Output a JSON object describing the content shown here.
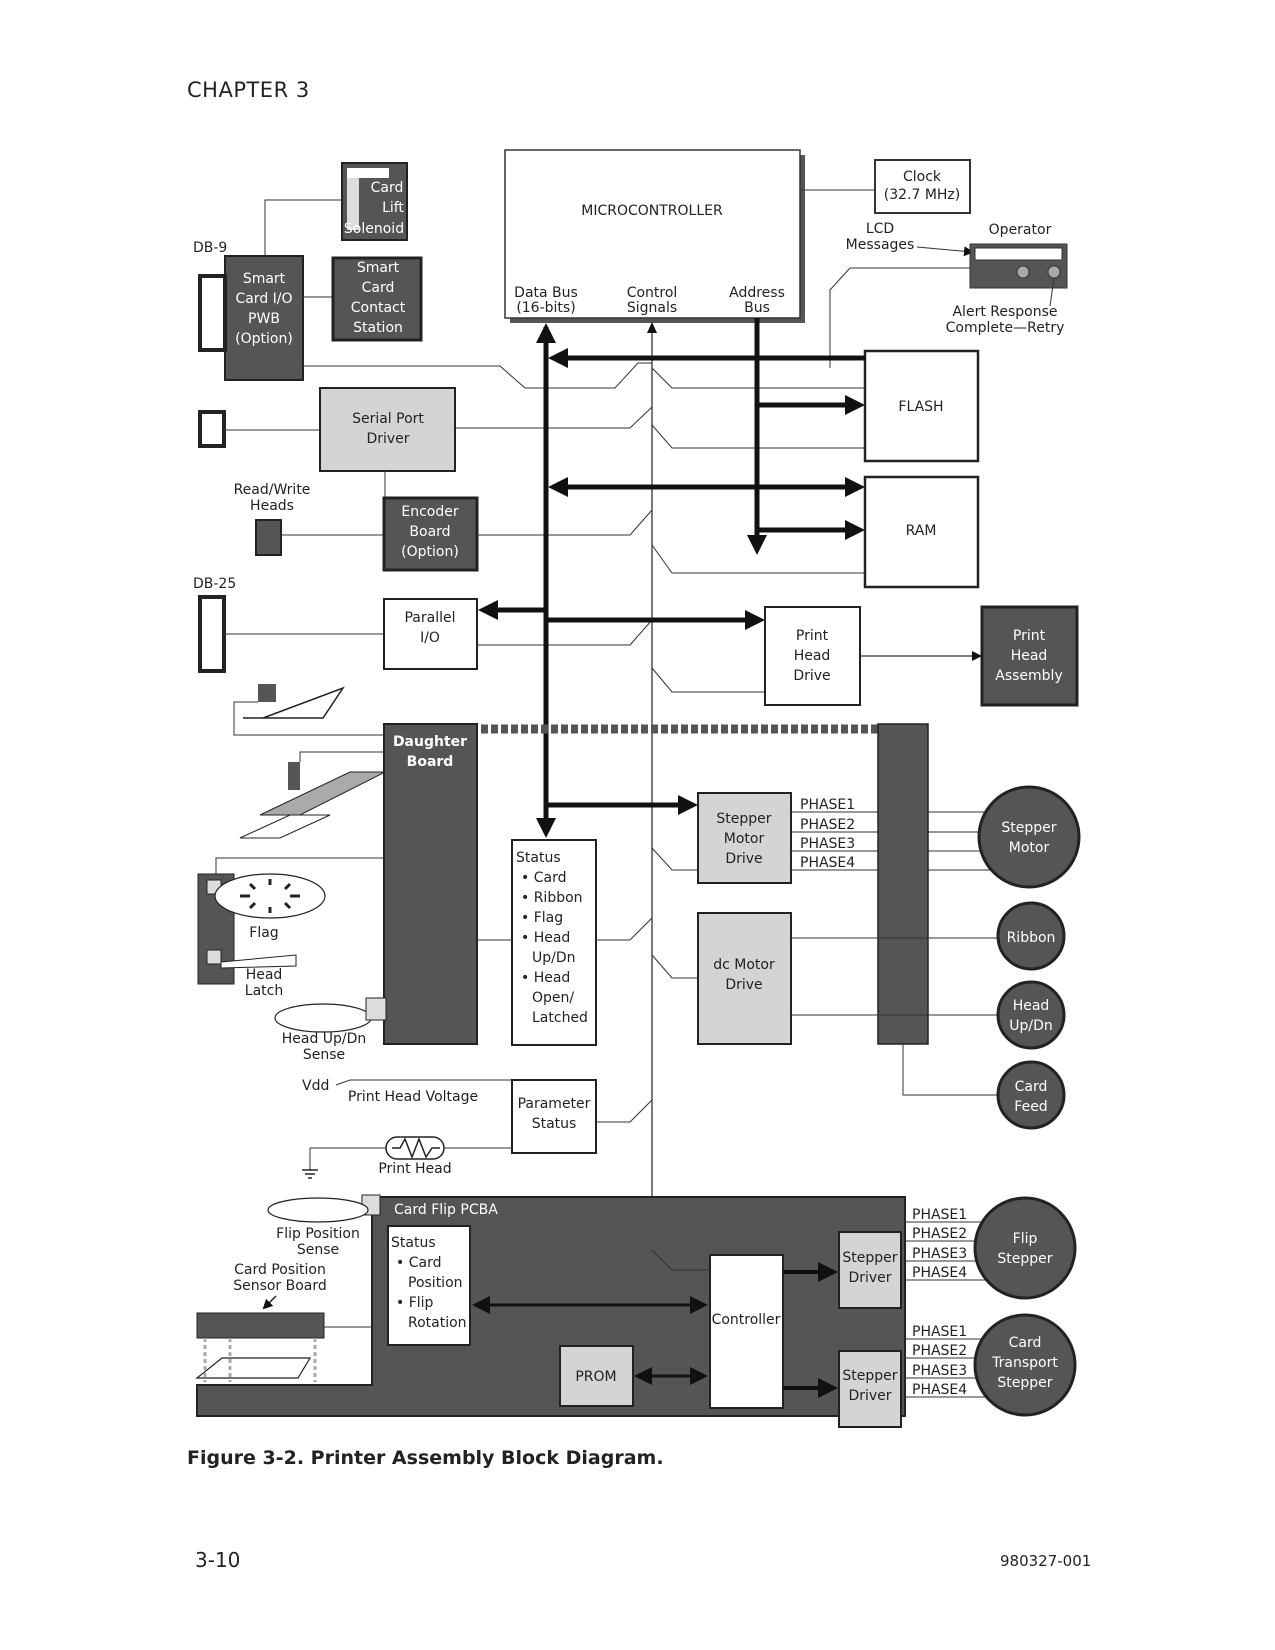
{
  "page": {
    "header": "CHAPTER 3",
    "caption": "Figure 3-2. Printer Assembly Block Diagram.",
    "page_number": "3-10",
    "doc_number": "980327-001"
  },
  "diagram": {
    "microcontroller": {
      "title": "MICROCONTROLLER",
      "data_bus": [
        "Data Bus",
        "(16-bits)"
      ],
      "control_signals": [
        "Control",
        "Signals"
      ],
      "address_bus": [
        "Address",
        "Bus"
      ]
    },
    "clock": [
      "Clock",
      "(32.7 MHz)"
    ],
    "lcd_messages": [
      "LCD",
      "Messages"
    ],
    "operator": "Operator",
    "alert_response": [
      "Alert Response",
      "Complete—Retry"
    ],
    "db9": "DB-9",
    "card_lift_solenoid": [
      "Card",
      "Lift",
      "Solenoid"
    ],
    "smart_card_io": [
      "Smart",
      "Card I/O",
      "PWB",
      "(Option)"
    ],
    "smart_card_contact": [
      "Smart",
      "Card",
      "Contact",
      "Station"
    ],
    "serial_port_driver": [
      "Serial Port",
      "Driver"
    ],
    "read_write_heads": [
      "Read/Write",
      "Heads"
    ],
    "encoder_board": [
      "Encoder",
      "Board",
      "(Option)"
    ],
    "db25": "DB-25",
    "parallel_io": [
      "Parallel",
      "I/O"
    ],
    "flash": "FLASH",
    "ram": "RAM",
    "print_head_drive": [
      "Print",
      "Head",
      "Drive"
    ],
    "print_head_assembly": [
      "Print",
      "Head",
      "Assembly"
    ],
    "daughter_board": [
      "Daughter",
      "Board"
    ],
    "status_list": [
      "Status",
      "• Card",
      "• Ribbon",
      "• Flag",
      "• Head",
      "Up/Dn",
      "• Head",
      "Open/",
      "Latched"
    ],
    "stepper_motor_drive": [
      "Stepper",
      "Motor",
      "Drive"
    ],
    "phases": [
      "PHASE1",
      "PHASE2",
      "PHASE3",
      "PHASE4"
    ],
    "stepper_motor": [
      "Stepper",
      "Motor"
    ],
    "dc_motor_drive": [
      "dc Motor",
      "Drive"
    ],
    "ribbon": "Ribbon",
    "head_updn": [
      "Head",
      "Up/Dn"
    ],
    "card_feed": [
      "Card",
      "Feed"
    ],
    "flag": "Flag",
    "head_latch": [
      "Head",
      "Latch"
    ],
    "head_updn_sense": [
      "Head Up/Dn",
      "Sense"
    ],
    "vdd": "Vdd",
    "print_head_voltage": "Print Head Voltage",
    "parameter_status": [
      "Parameter",
      "Status"
    ],
    "print_head": "Print Head",
    "flip_position_sense": [
      "Flip Position",
      "Sense"
    ],
    "card_position_sensor": [
      "Card Position",
      "Sensor Board"
    ],
    "card_flip_pcba": "Card Flip PCBA",
    "flip_status": [
      "Status",
      "• Card",
      "Position",
      "• Flip",
      "Rotation"
    ],
    "controller": "Controller",
    "prom": "PROM",
    "stepper_driver": [
      "Stepper",
      "Driver"
    ],
    "flip_stepper": [
      "Flip",
      "Stepper"
    ],
    "card_transport_stepper": [
      "Card",
      "Transport",
      "Stepper"
    ]
  }
}
